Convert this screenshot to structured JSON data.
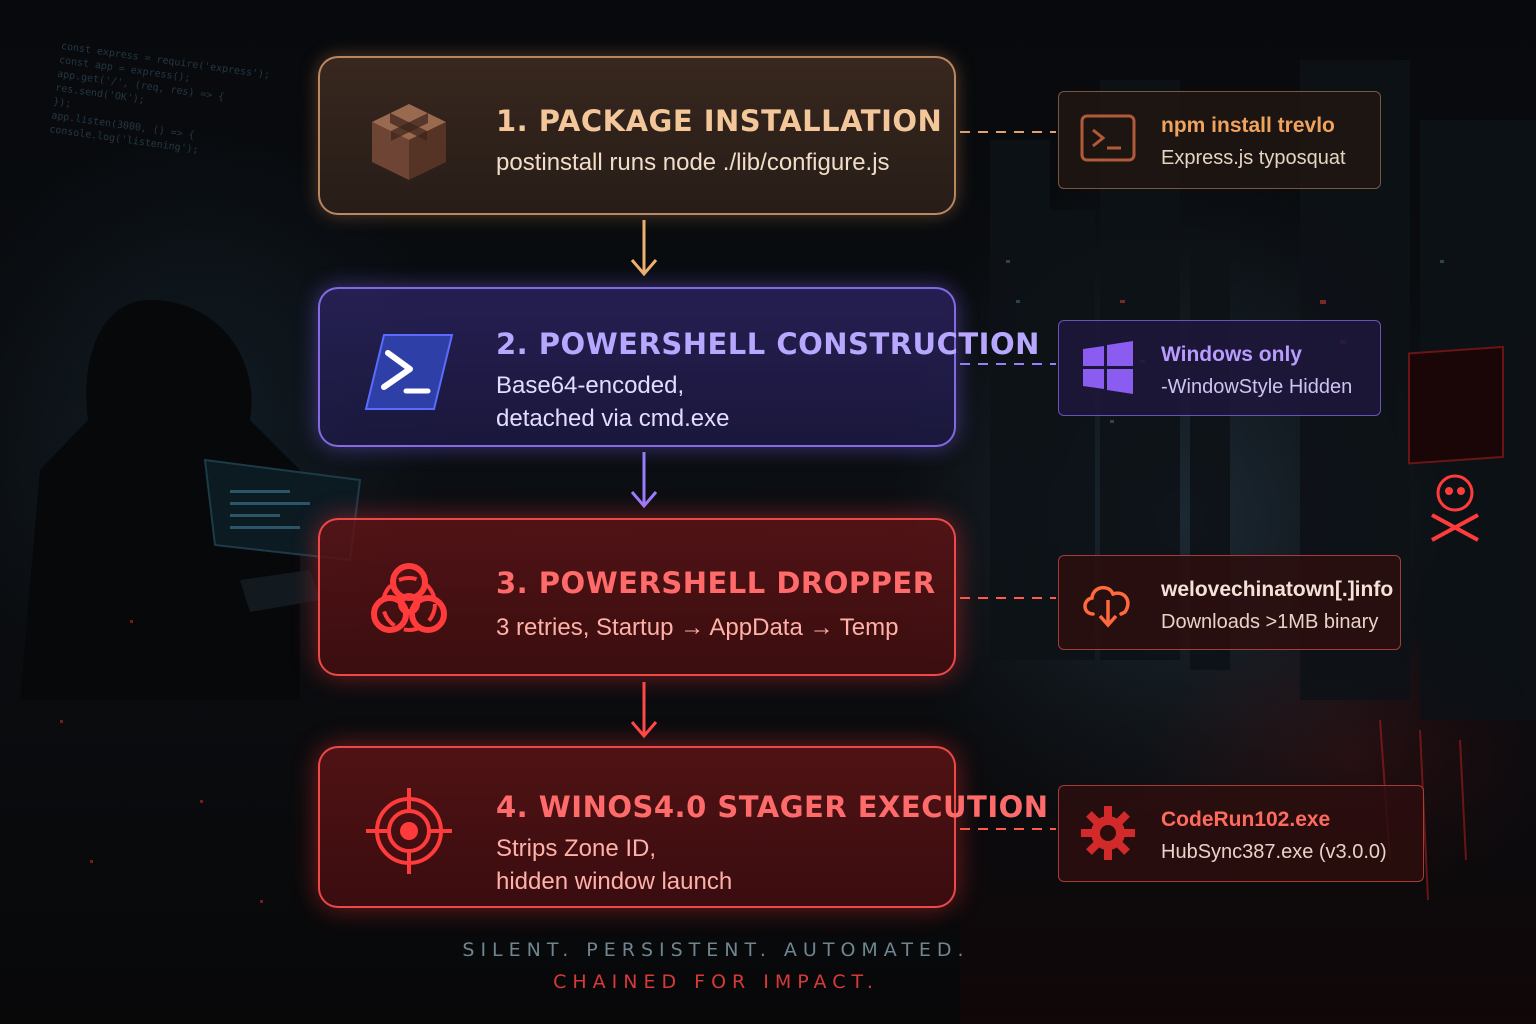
{
  "background": {
    "code_snippet": [
      "const express = require('express');",
      "const app = express();",
      "app.get('/', (req, res) => {",
      "  res.send('OK');",
      "});",
      "app.listen(3000, () => {",
      "  console.log('listening');"
    ]
  },
  "steps": [
    {
      "title": "1. PACKAGE INSTALLATION",
      "desc": "postinstall runs node ./lib/configure.js",
      "icon": "package-box-icon",
      "color": "#f3c79a"
    },
    {
      "title": "2. POWERSHELL CONSTRUCTION",
      "desc": "Base64-encoded,\ndetached via cmd.exe",
      "icon": "powershell-icon",
      "color": "#b7a7ff"
    },
    {
      "title": "3. POWERSHELL DROPPER",
      "desc": "3 retries, Startup → AppData → Temp",
      "icon": "biohazard-icon",
      "color": "#ff6b6b"
    },
    {
      "title": "4. WINOS4.0 STAGER EXECUTION",
      "desc": "Strips Zone ID,\nhidden window launch",
      "icon": "target-crosshair-icon",
      "color": "#ff6b6b"
    }
  ],
  "notes": [
    {
      "title": "npm install trevlo",
      "sub": "Express.js typosquat",
      "icon": "terminal-icon",
      "color": "#f0a35e"
    },
    {
      "title": "Windows only",
      "sub": "-WindowStyle Hidden",
      "icon": "windows-logo-icon",
      "color": "#b89cff"
    },
    {
      "title": "welovechinatown[.]info",
      "sub": "Downloads >1MB binary",
      "icon": "cloud-download-icon",
      "color": "#ff6a5e"
    },
    {
      "title": "CodeRun102.exe",
      "sub": "HubSync387.exe (v3.0.0)",
      "icon": "gear-icon",
      "color": "#ff6a5e"
    }
  ],
  "tagline": {
    "line1": "SILENT. PERSISTENT. AUTOMATED.",
    "line2": "CHAINED FOR IMPACT."
  }
}
